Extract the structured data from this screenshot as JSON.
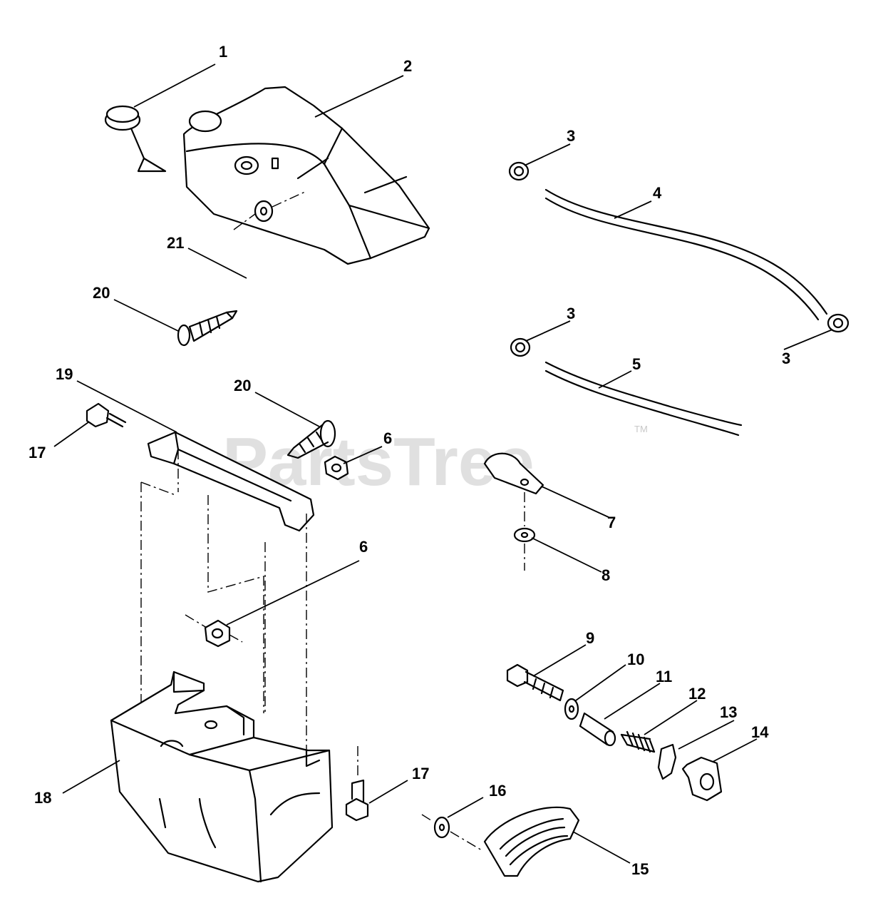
{
  "watermark": {
    "text": "PartsTree",
    "trademark": "TM"
  },
  "callouts": {
    "c1": "1",
    "c2": "2",
    "c3a": "3",
    "c3b": "3",
    "c3c": "3",
    "c4": "4",
    "c5": "5",
    "c6a": "6",
    "c6b": "6",
    "c7": "7",
    "c8": "8",
    "c9": "9",
    "c10": "10",
    "c11": "11",
    "c12": "12",
    "c13": "13",
    "c14": "14",
    "c15": "15",
    "c16": "16",
    "c17a": "17",
    "c17b": "17",
    "c18": "18",
    "c19": "19",
    "c20a": "20",
    "c20b": "20",
    "c21": "21"
  }
}
